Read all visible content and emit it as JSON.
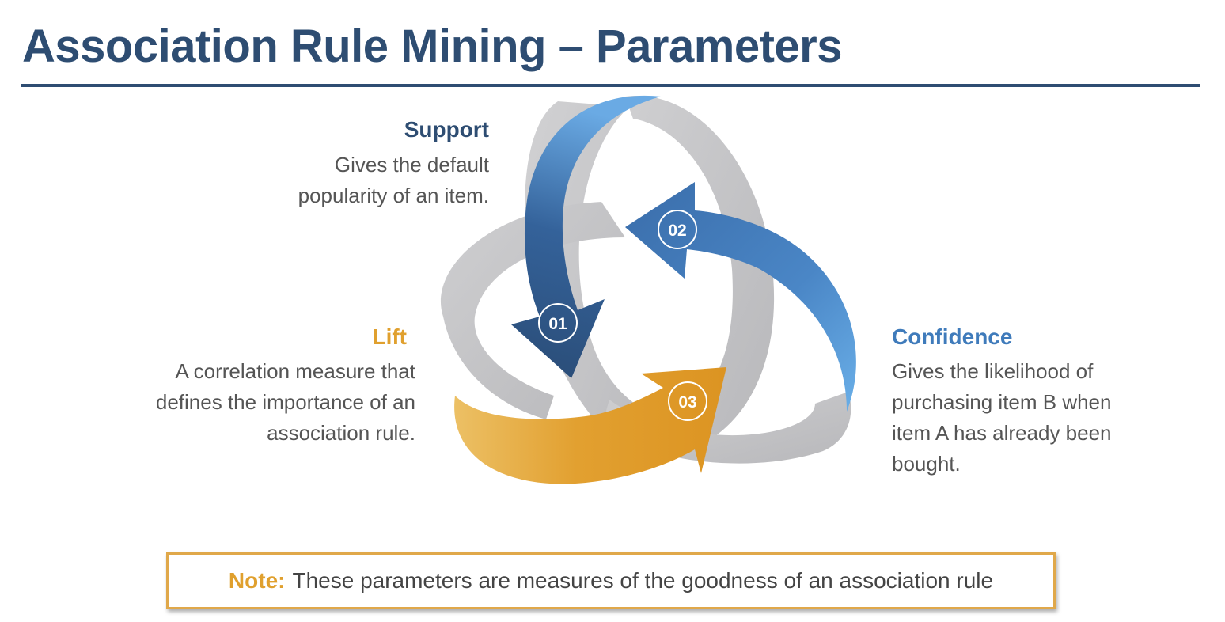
{
  "title": "Association Rule Mining – Parameters",
  "parameters": {
    "support": {
      "number": "01",
      "heading": "Support",
      "description": "Gives the default popularity of an item."
    },
    "confidence": {
      "number": "02",
      "heading": "Confidence",
      "description": "Gives the likelihood of purchasing item B when item A has already been bought."
    },
    "lift": {
      "number": "03",
      "heading": "Lift",
      "description": "A correlation measure that defines the importance of an association rule."
    }
  },
  "note": {
    "label": "Note:",
    "text": "These parameters are measures of the goodness of an association rule"
  },
  "colors": {
    "title": "#2E4D72",
    "support": "#2E4D72",
    "confidence": "#3F7BBB",
    "lift": "#E0A02E",
    "ring": "#C7C7C9"
  }
}
